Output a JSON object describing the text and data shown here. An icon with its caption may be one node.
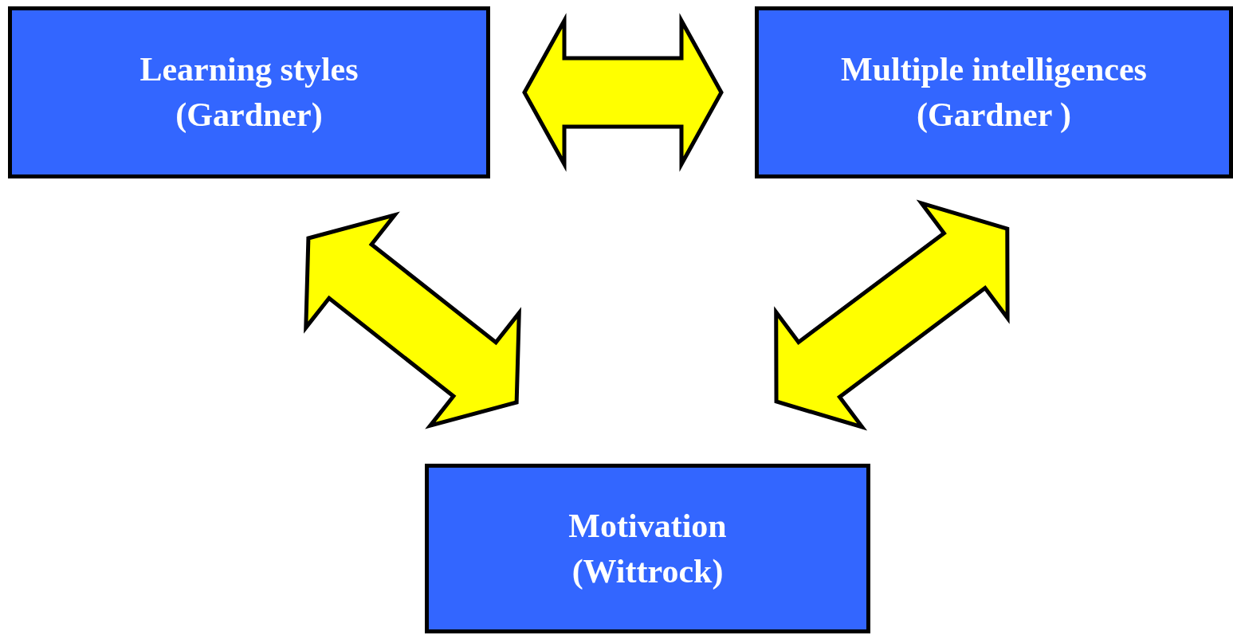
{
  "diagram": {
    "nodes": [
      {
        "text": [
          "Learning styles (Gardner)"
        ]
      },
      {
        "text": [
          "Multiple intelligences (Gardner )"
        ]
      },
      {
        "text": [
          "Motivation (Wittrock)"
        ]
      }
    ],
    "edges": [
      {
        "from": 0,
        "to": 1,
        "arrow": "both"
      },
      {
        "from": 0,
        "to": 2,
        "arrow": "both"
      },
      {
        "from": 1,
        "to": 2,
        "arrow": "both"
      }
    ]
  }
}
